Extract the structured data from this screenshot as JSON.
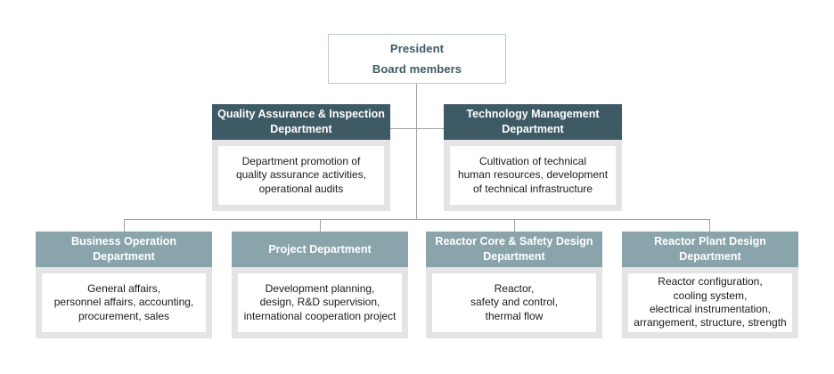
{
  "org_chart": {
    "president": {
      "line1": "President",
      "line2": "Board members"
    },
    "level2": [
      {
        "title": "Quality Assurance & Inspection\nDepartment",
        "body": "Department promotion of\nquality assurance activities,\noperational audits"
      },
      {
        "title": "Technology Management\nDepartment",
        "body": "Cultivation of technical\nhuman resources, development\nof technical infrastructure"
      }
    ],
    "level3": [
      {
        "title": "Business Operation\nDepartment",
        "body": "General affairs,\npersonnel affairs, accounting,\nprocurement, sales"
      },
      {
        "title": "Project Department",
        "body": "Development planning,\ndesign, R&D supervision,\ninternational cooperation project"
      },
      {
        "title": "Reactor Core & Safety Design\nDepartment",
        "body": "Reactor,\nsafety and control,\nthermal flow"
      },
      {
        "title": "Reactor Plant Design\nDepartment",
        "body": "Reactor configuration,\ncooling system,\nelectrical instrumentation,\narrangement, structure, strength"
      }
    ],
    "colors": {
      "level2_header_bg": "#3e5a64",
      "level3_header_bg": "#8aa4ac",
      "body_panel_bg": "#e4e4e4",
      "inner_panel_bg": "#ffffff",
      "president_text": "#3e5a64",
      "president_border": "#bac9ce",
      "header_text": "#ffffff",
      "body_text": "#1a1a1a",
      "connector_line": "#a0a0a0"
    }
  }
}
